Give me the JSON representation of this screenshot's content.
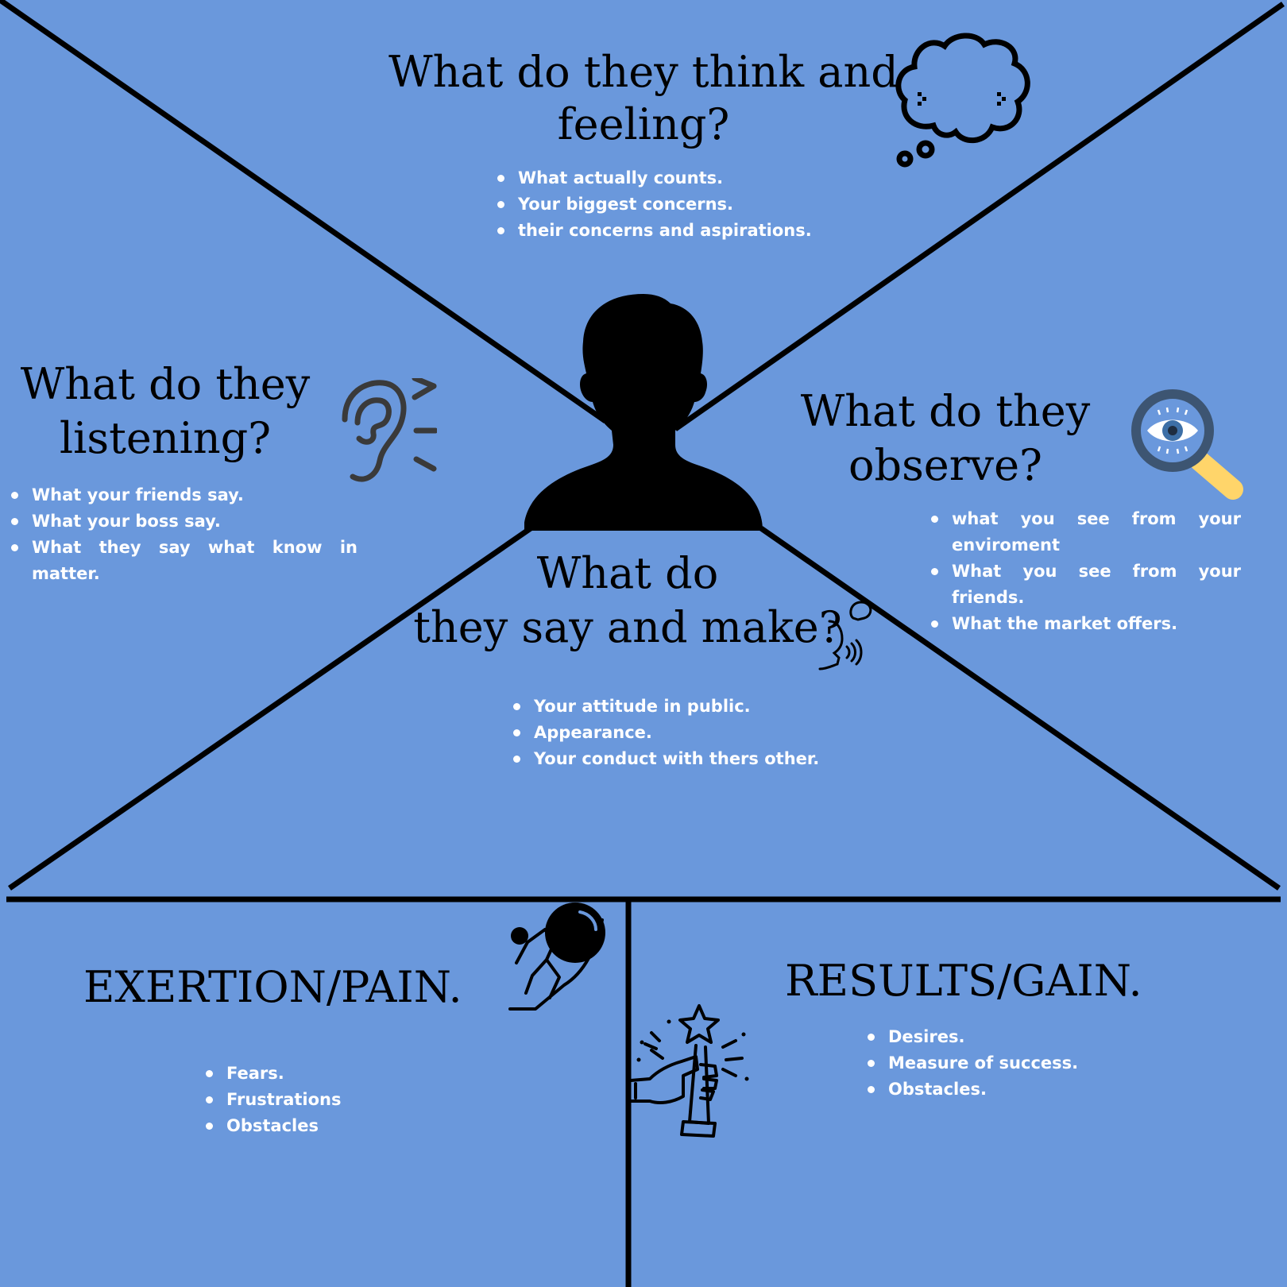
{
  "colors": {
    "background": "#6a98dc",
    "lines": "#000000",
    "bullet_text": "#ffffff",
    "accent_yellow": "#ffd56a",
    "accent_eye": "#3d5572"
  },
  "think": {
    "title_line1": "What do they think and",
    "title_line2": "feeling?",
    "items": [
      "What actually counts.",
      "Your biggest concerns.",
      "their concerns and aspirations."
    ],
    "icon": "thought-cloud-icon"
  },
  "listen": {
    "title_line1": "What do they",
    "title_line2": "listening?",
    "items": [
      "What your friends say.",
      "What your boss say.",
      "What they  say what  know in matter."
    ],
    "icon": "ear-icon"
  },
  "observe": {
    "title_line1": "What do they",
    "title_line2": "observe?",
    "items": [
      "what you see from your enviroment",
      "What you see from your friends.",
      "What the market offers."
    ],
    "icon": "magnifier-eye-icon"
  },
  "say": {
    "title_line1": "What do",
    "title_line2": "they say and make?",
    "items": [
      "Your attitude in public.",
      "Appearance.",
      "Your conduct with thers other."
    ],
    "icon": "speaking-head-icon"
  },
  "pain": {
    "title": "EXERTION/PAIN.",
    "items": [
      "Fears.",
      "Frustrations",
      "Obstacles"
    ],
    "icon": "sisyphus-boulder-icon"
  },
  "gain": {
    "title": "RESULTS/GAIN.",
    "items": [
      "Desires.",
      "Measure of success.",
      "Obstacles."
    ],
    "icon": "trophy-hand-icon"
  },
  "center": {
    "icon": "person-silhouette-icon"
  }
}
